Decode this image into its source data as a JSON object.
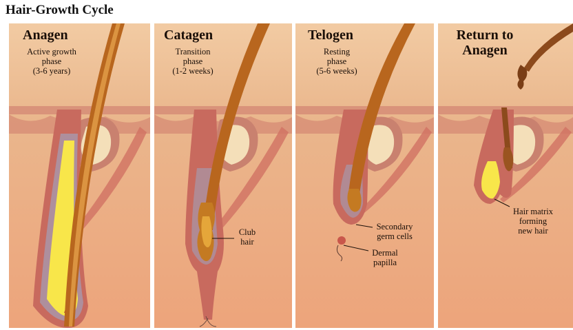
{
  "title": "Hair-Growth Cycle",
  "colors": {
    "background": "#ffffff",
    "panel_upper": "#efc49a",
    "panel_lower": "#eba87e",
    "hair_shaft": "#b8661e",
    "bulb_yellow": "#f8e64a",
    "sheath": "#c25a52"
  },
  "panels": [
    {
      "title": "Anagen",
      "description": [
        "Active growth",
        "phase",
        "(3-6 years)"
      ]
    },
    {
      "title": "Catagen",
      "description": [
        "Transition",
        "phase",
        "(1-2 weeks)"
      ],
      "callouts": [
        {
          "lines": [
            "Club",
            "hair"
          ]
        }
      ]
    },
    {
      "title": "Telogen",
      "description": [
        "Resting",
        "phase",
        "(5-6 weeks)"
      ],
      "callouts": [
        {
          "lines": [
            "Secondary",
            "germ cells"
          ]
        },
        {
          "lines": [
            "Dermal",
            "papilla"
          ]
        }
      ]
    },
    {
      "title_lines": [
        "Return to",
        "Anagen"
      ],
      "callouts": [
        {
          "lines": [
            "Hair matrix",
            "forming",
            "new hair"
          ]
        }
      ]
    }
  ]
}
